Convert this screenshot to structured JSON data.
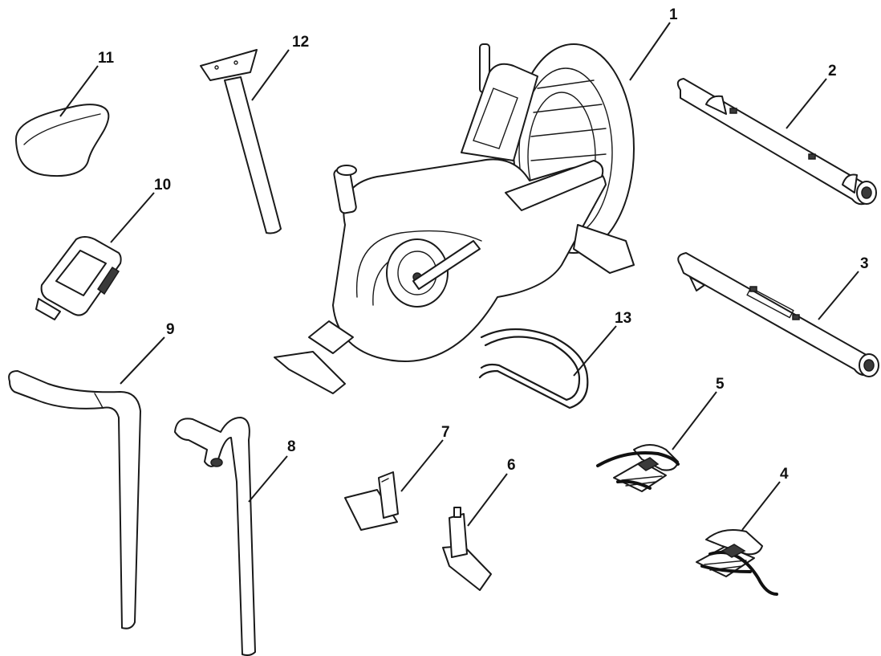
{
  "diagram": {
    "callouts": [
      {
        "id": "1",
        "part": "main-frame-fan"
      },
      {
        "id": "2",
        "part": "front-stabilizer"
      },
      {
        "id": "3",
        "part": "rear-stabilizer"
      },
      {
        "id": "4",
        "part": "pedal-left"
      },
      {
        "id": "5",
        "part": "pedal-right"
      },
      {
        "id": "6",
        "part": "arm-connector-right"
      },
      {
        "id": "7",
        "part": "arm-connector-left"
      },
      {
        "id": "8",
        "part": "handlebar-right"
      },
      {
        "id": "9",
        "part": "handlebar-left"
      },
      {
        "id": "10",
        "part": "console"
      },
      {
        "id": "11",
        "part": "seat"
      },
      {
        "id": "12",
        "part": "seat-post"
      },
      {
        "id": "13",
        "part": "belt"
      }
    ]
  }
}
